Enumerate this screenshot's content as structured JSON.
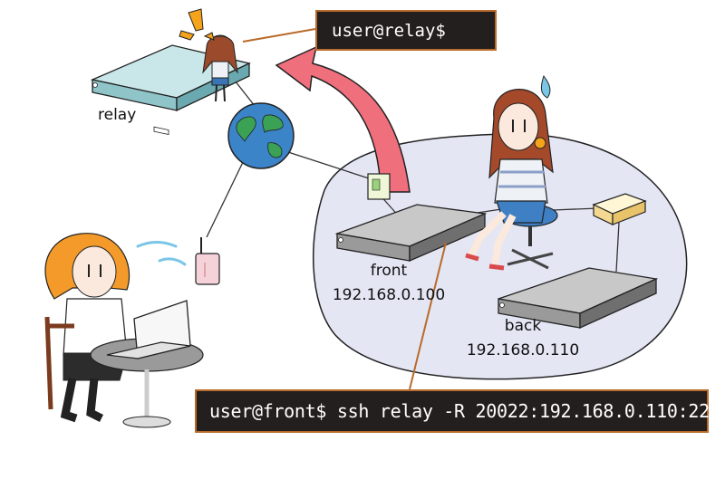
{
  "terminals": {
    "relay_prompt": "user@relay$",
    "front_command": "user@front$ ssh relay -R 20022:192.168.0.110:22"
  },
  "hosts": {
    "relay": {
      "name": "relay"
    },
    "front": {
      "name": "front",
      "ip": "192.168.0.100"
    },
    "back": {
      "name": "back",
      "ip": "192.168.0.110"
    }
  },
  "colors": {
    "terminal_bg": "#231f1e",
    "terminal_border": "#b86b2a",
    "lan_zone": "#e4e6f4",
    "arrow": "#ef6f7d",
    "server_gray": "#8f8f8f",
    "server_teal": "#9ecfd3"
  },
  "icons": [
    "globe-icon",
    "wifi-router-icon",
    "server-icon",
    "switch-icon",
    "laptop-icon",
    "exclamation-icon"
  ]
}
